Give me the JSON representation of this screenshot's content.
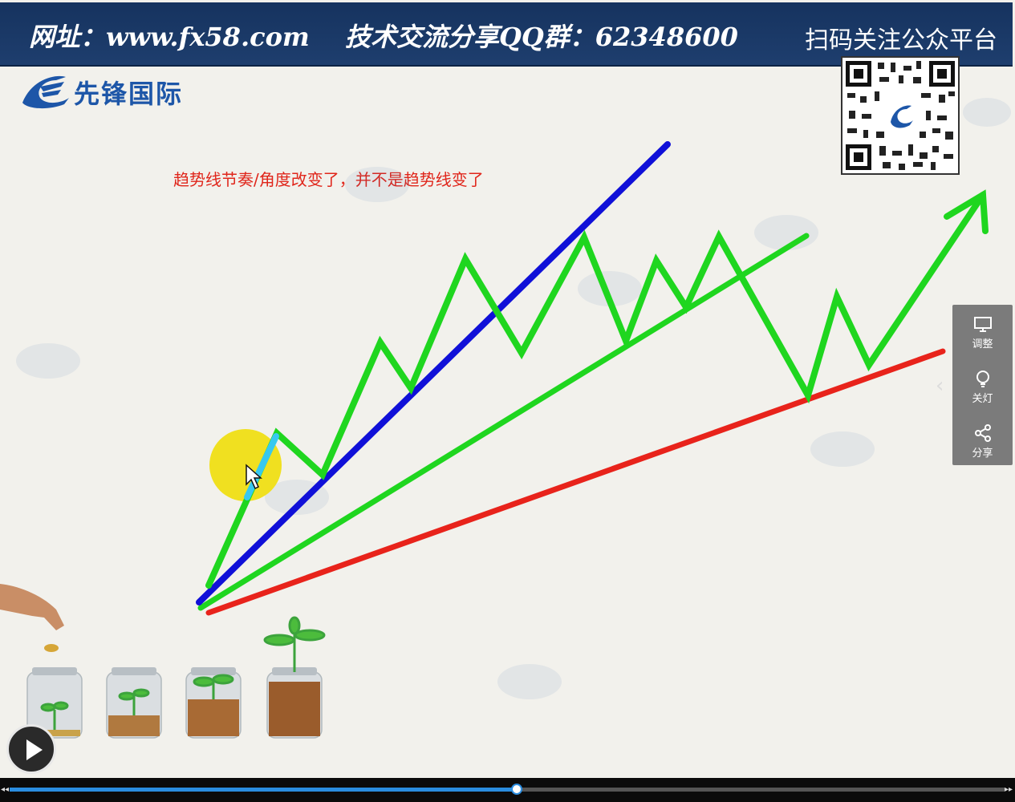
{
  "banner": {
    "website": "网址：www.fx58.com",
    "qq_group": "技术交流分享QQ群：62348600",
    "scan_follow": "扫码关注公众平台"
  },
  "logo": {
    "text": "先锋国际"
  },
  "slide": {
    "caption": "趋势线节奏/角度改变了，并不是趋势线变了",
    "colors": {
      "price_path": "#1fd61f",
      "steep_trendline": "#1010d8",
      "medium_trendline": "#1fd61f",
      "shallow_trendline": "#e8231b",
      "highlight": "#f0e020",
      "segment": "#37c8f0"
    }
  },
  "side_panel": {
    "items": [
      {
        "icon": "monitor-icon",
        "label": "调整"
      },
      {
        "icon": "lightbulb-icon",
        "label": "关灯"
      },
      {
        "icon": "share-icon",
        "label": "分享"
      }
    ]
  },
  "player": {
    "progress": 0.51,
    "accent": "#2a8de0"
  }
}
